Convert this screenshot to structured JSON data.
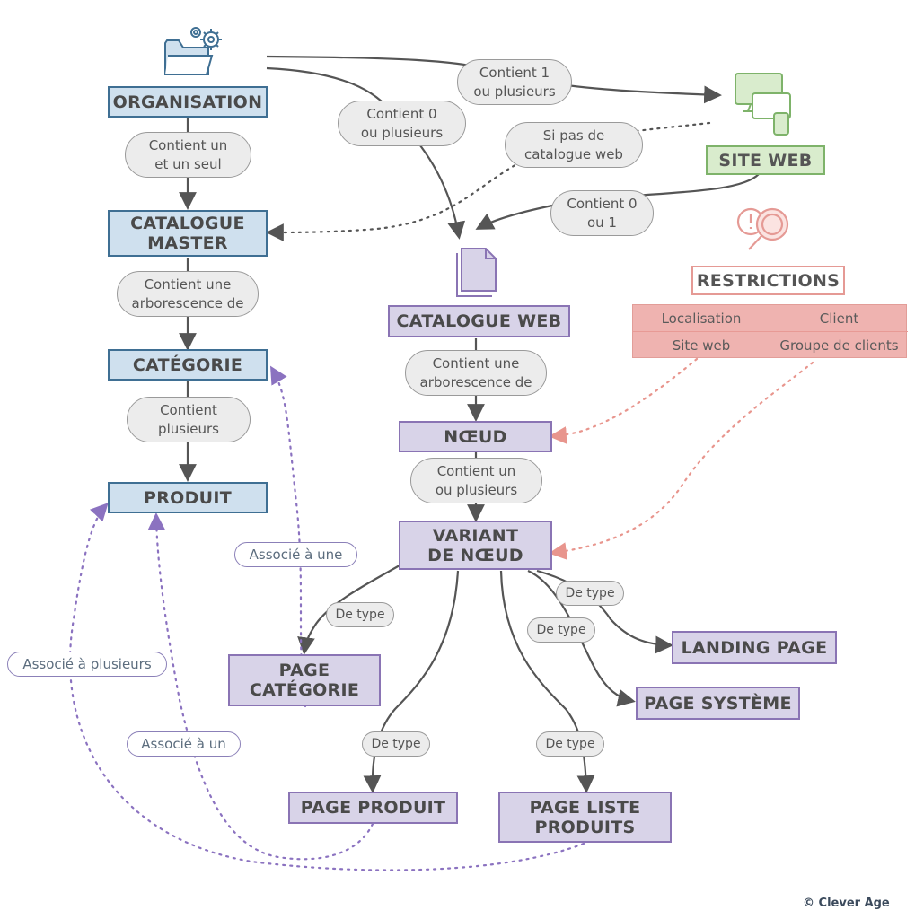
{
  "nodes": {
    "organisation": "ORGANISATION",
    "catalogue_master": "CATALOGUE\nMASTER",
    "categorie": "CATÉGORIE",
    "produit": "PRODUIT",
    "site_web": "SITE WEB",
    "restrictions": "RESTRICTIONS",
    "catalogue_web": "CATALOGUE WEB",
    "noeud": "NŒUD",
    "variant_noeud": "VARIANT\nDE NŒUD",
    "page_categorie": "PAGE\nCATÉGORIE",
    "landing_page": "LANDING PAGE",
    "page_systeme": "PAGE SYSTÈME",
    "page_produit": "PAGE PRODUIT",
    "page_liste_produits": "PAGE LISTE\nPRODUITS"
  },
  "restrictions_table": [
    "Localisation",
    "Client",
    "Site web",
    "Groupe de clients"
  ],
  "edge_labels": {
    "contient_un_et_un_seul": "Contient un\net un seul",
    "contient_arborescence_master": "Contient une\narborescence de",
    "contient_plusieurs": "Contient\nplusieurs",
    "contient_1_ou_plusieurs": "Contient 1\nou plusieurs",
    "contient_0_ou_plusieurs": "Contient 0\nou plusieurs",
    "si_pas_de_catalogue_web": "Si pas de\ncatalogue web",
    "contient_0_ou_1": "Contient 0\nou 1",
    "contient_arborescence_web": "Contient une\narborescence de",
    "contient_un_ou_plusieurs": "Contient un\nou plusieurs",
    "de_type": "De type",
    "associe_a_une": "Associé à une",
    "associe_a_plusieurs": "Associé à plusieurs",
    "associe_a_un": "Associé à un"
  },
  "credit": "© Clever Age",
  "colors": {
    "blue_fill": "#cfe0ee",
    "blue_border": "#3f6f93",
    "purple_fill": "#d8d3e8",
    "purple_border": "#8a74b4",
    "green_fill": "#d9eccd",
    "green_border": "#7eb36a",
    "red_border": "#e59a95",
    "red_fill": "#efb3b0",
    "edge": "#555555",
    "assoc_dotted": "#8b72c0",
    "restriction_dotted": "#e8958d"
  }
}
